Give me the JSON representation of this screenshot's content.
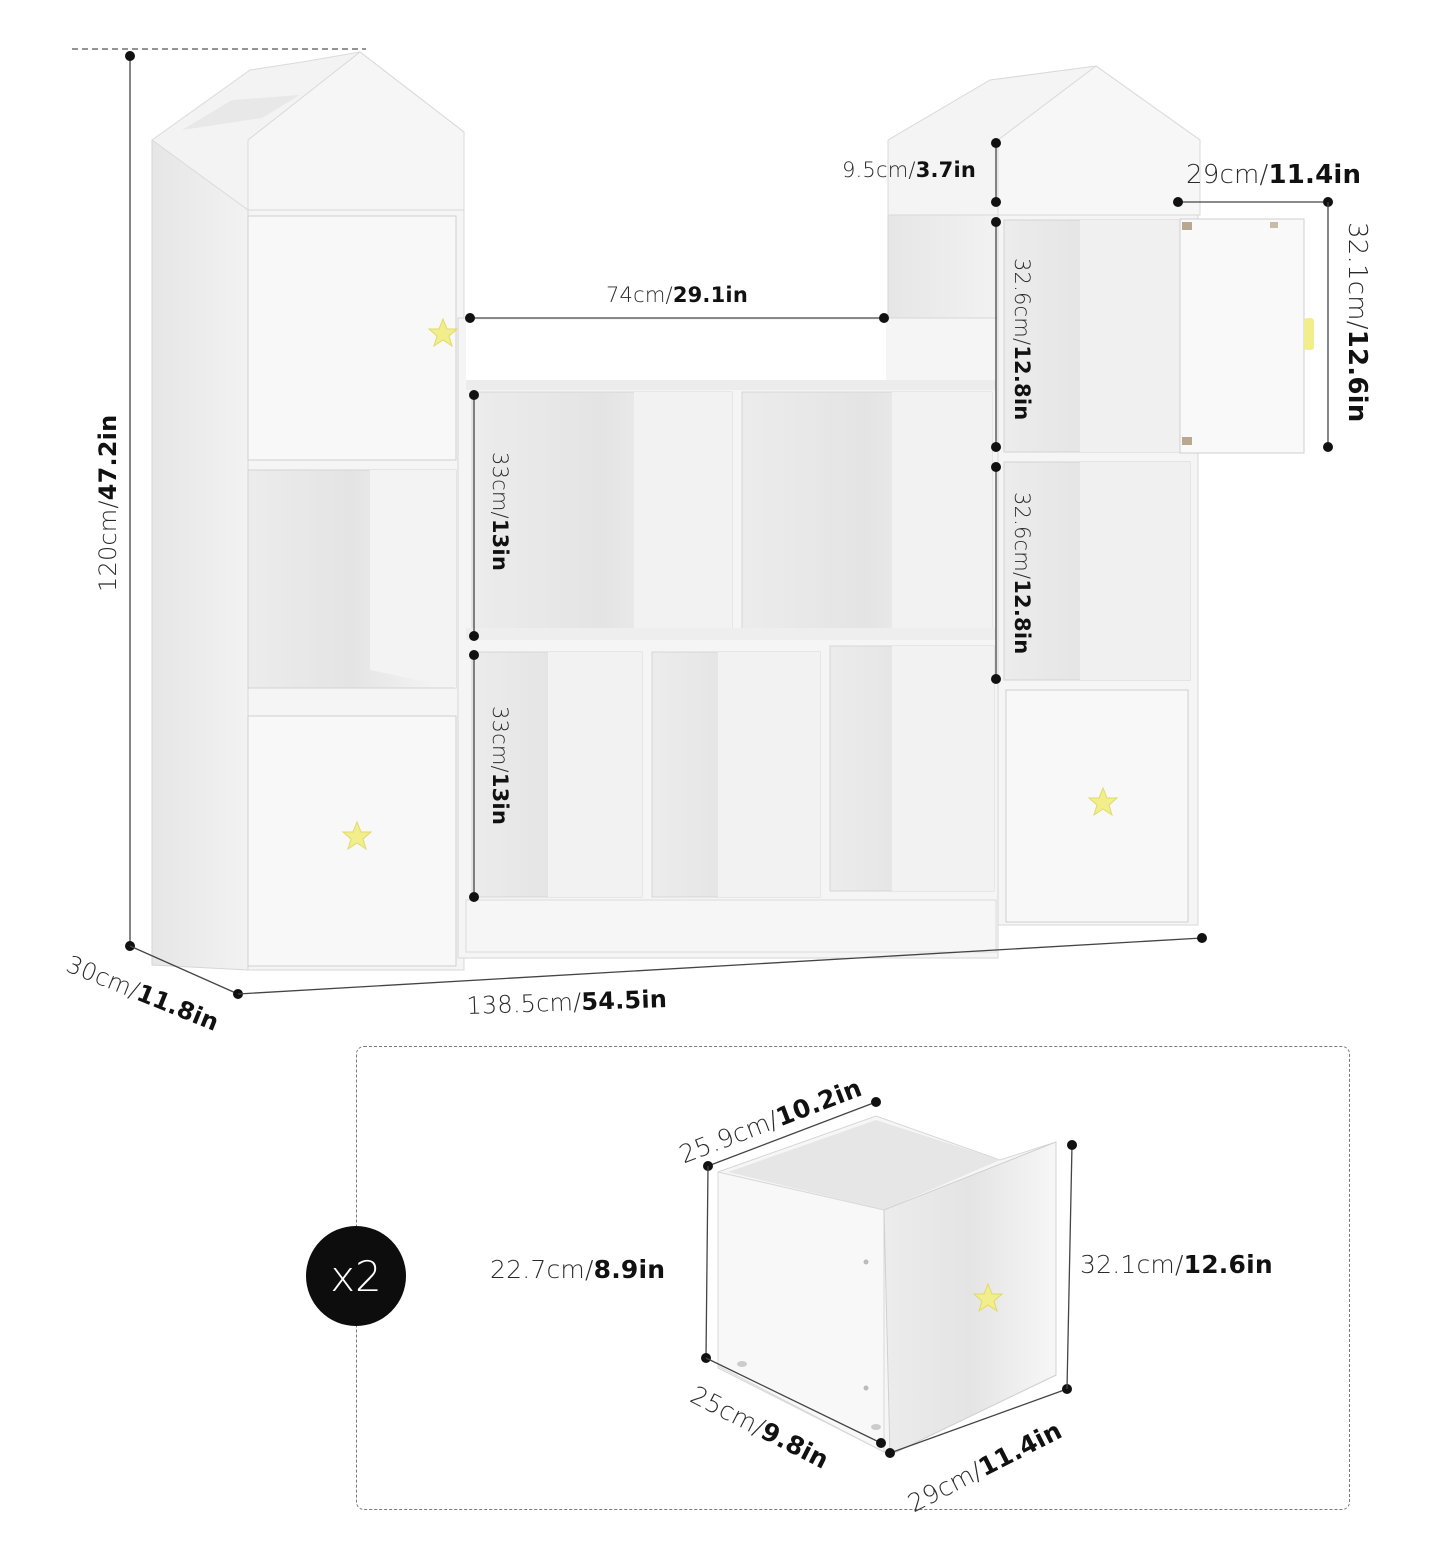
{
  "diagram": {
    "subject": "Kids house-shaped bookcase with storage cubes and drawers",
    "colors": {
      "furniture": "#f4f4f4",
      "furniture_shade": "#e3e3e3",
      "furniture_dark": "#d2d2d2",
      "knob": "#f3ee8c",
      "line": "#3a3a3a",
      "dot": "#111111",
      "badge": "#0d0d0d"
    },
    "main_unit": {
      "overall_height": {
        "cm": "120cm/",
        "in": "47.2in"
      },
      "overall_depth": {
        "cm": "30cm/",
        "in": "11.8in"
      },
      "overall_width": {
        "cm": "138.5cm/",
        "in": "54.5in"
      },
      "center_top_width": {
        "cm": "74cm/",
        "in": "29.1in"
      },
      "roof_height": {
        "cm": "9.5cm/",
        "in": "3.7in"
      },
      "door_width": {
        "cm": "29cm/",
        "in": "11.4in"
      },
      "door_height": {
        "cm": "32.1cm/",
        "in": "12.6in"
      },
      "right_upper_cube_height": {
        "cm": "32.6cm/",
        "in": "12.8in"
      },
      "right_middle_cube_height": {
        "cm": "32.6cm/",
        "in": "12.8in"
      },
      "center_upper_cube_height": {
        "cm": "33cm/",
        "in": "13in"
      },
      "center_lower_cube_height": {
        "cm": "33cm/",
        "in": "13in"
      }
    },
    "drawer_inset": {
      "quantity_badge": "x2",
      "top_depth": {
        "cm": "25.9cm/",
        "in": "10.2in"
      },
      "side_height": {
        "cm": "22.7cm/",
        "in": "8.9in"
      },
      "front_height": {
        "cm": "32.1cm/",
        "in": "12.6in"
      },
      "bottom_depth": {
        "cm": "25cm/",
        "in": "9.8in"
      },
      "front_width": {
        "cm": "29cm/",
        "in": "11.4in"
      }
    }
  }
}
